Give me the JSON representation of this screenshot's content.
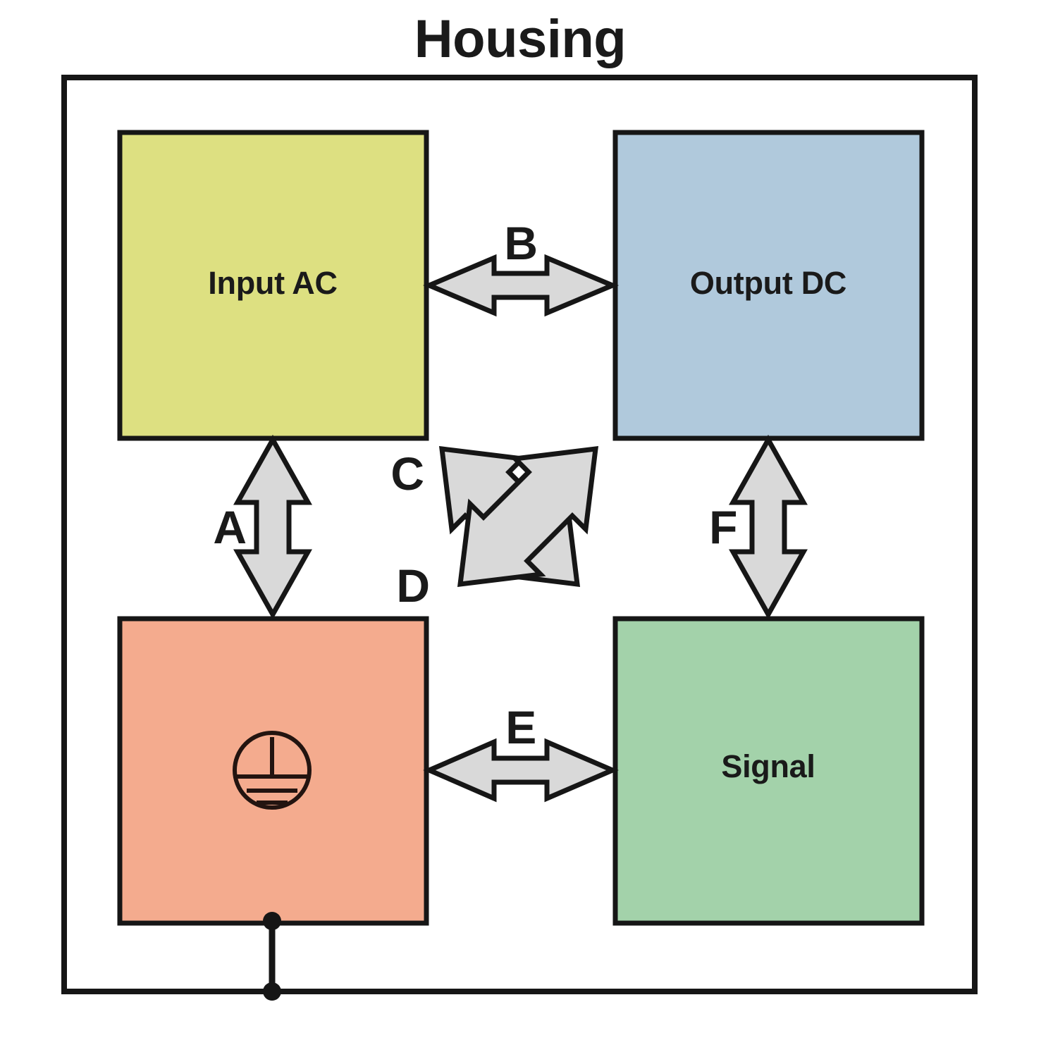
{
  "diagram": {
    "title": "Housing",
    "type": "block-diagram",
    "blocks": [
      {
        "id": "input-ac",
        "label": "Input AC",
        "color": "#dde081",
        "position": "top-left"
      },
      {
        "id": "output-dc",
        "label": "Output DC",
        "color": "#b0c9dc",
        "position": "top-right"
      },
      {
        "id": "earth",
        "label": "",
        "color": "#f4ab8e",
        "position": "bottom-left",
        "icon": "protective-earth-ground-icon"
      },
      {
        "id": "signal",
        "label": "Signal",
        "color": "#a3d2aa",
        "position": "bottom-right"
      }
    ],
    "connections": [
      {
        "id": "A",
        "label": "A",
        "from": "input-ac",
        "to": "earth",
        "direction": "bidirectional",
        "orientation": "vertical"
      },
      {
        "id": "B",
        "label": "B",
        "from": "input-ac",
        "to": "output-dc",
        "direction": "bidirectional",
        "orientation": "horizontal"
      },
      {
        "id": "C",
        "label": "C",
        "from": "input-ac",
        "to": "signal",
        "direction": "bidirectional",
        "orientation": "diagonal-nw-se"
      },
      {
        "id": "D",
        "label": "D",
        "from": "earth",
        "to": "output-dc",
        "direction": "bidirectional",
        "orientation": "diagonal-sw-ne"
      },
      {
        "id": "E",
        "label": "E",
        "from": "earth",
        "to": "signal",
        "direction": "bidirectional",
        "orientation": "horizontal"
      },
      {
        "id": "F",
        "label": "F",
        "from": "output-dc",
        "to": "signal",
        "direction": "bidirectional",
        "orientation": "vertical"
      }
    ],
    "colors": {
      "arrow_fill": "#d9d9d9",
      "stroke": "#161616",
      "background": "#ffffff",
      "housing_border": "#161616"
    },
    "ground_lead": {
      "node_top": "protective-earth-node",
      "node_bottom": "chassis-exit-node"
    }
  }
}
